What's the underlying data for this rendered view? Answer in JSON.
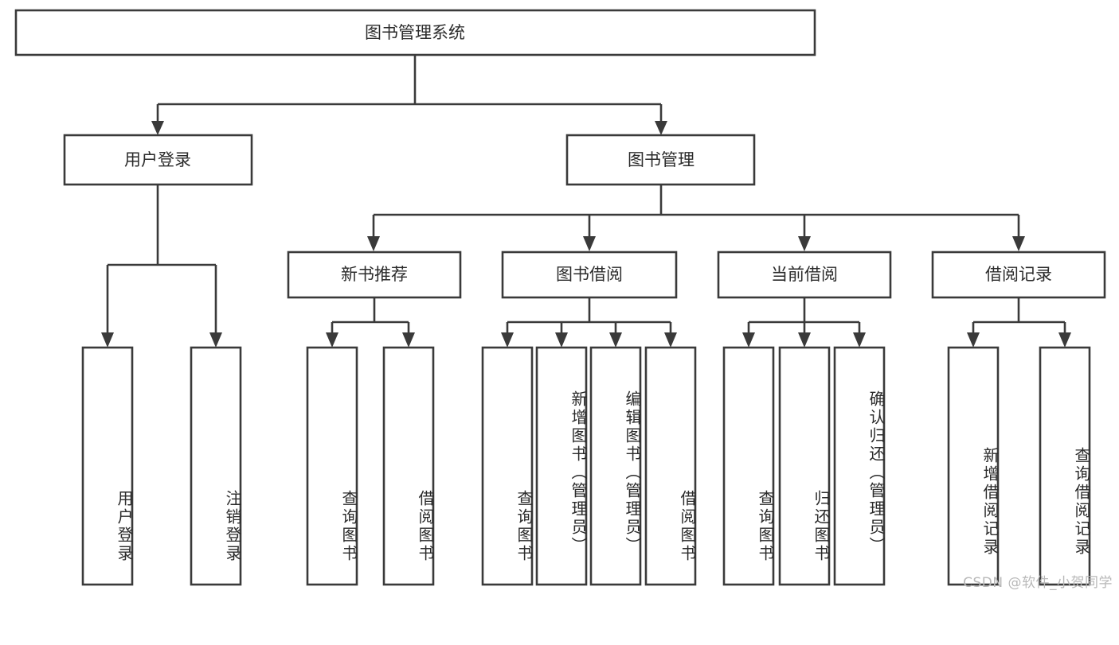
{
  "diagram": {
    "type": "tree-hierarchy-flowchart",
    "title": "图书管理系统",
    "watermark": "CSDN @软件_小贺同学",
    "colors": {
      "stroke": "#3a3a3a",
      "fill": "#ffffff",
      "text": "#2b2b2b",
      "watermark": "#b8b8b8",
      "background": "#ffffff"
    },
    "levels": {
      "root": {
        "label": "图书管理系统"
      },
      "level2": [
        {
          "id": "user-login",
          "label": "用户登录"
        },
        {
          "id": "book-management",
          "label": "图书管理"
        }
      ],
      "level3": [
        {
          "id": "new-book-recommend",
          "label": "新书推荐",
          "parent": "book-management"
        },
        {
          "id": "book-borrow",
          "label": "图书借阅",
          "parent": "book-management"
        },
        {
          "id": "current-borrow",
          "label": "当前借阅",
          "parent": "book-management"
        },
        {
          "id": "borrow-record",
          "label": "借阅记录",
          "parent": "book-management"
        }
      ],
      "leaves": [
        {
          "id": "leaf-user-login",
          "label": "用户登录",
          "parent": "user-login"
        },
        {
          "id": "leaf-logout-login",
          "label": "注销登录",
          "parent": "user-login"
        },
        {
          "id": "leaf-query-book-1",
          "label": "查询图书",
          "parent": "new-book-recommend"
        },
        {
          "id": "leaf-borrow-book-1",
          "label": "借阅图书",
          "parent": "new-book-recommend"
        },
        {
          "id": "leaf-query-book-2",
          "label": "查询图书",
          "parent": "book-borrow"
        },
        {
          "id": "leaf-add-book",
          "label": "新增图书（管理员）",
          "parent": "book-borrow"
        },
        {
          "id": "leaf-edit-book",
          "label": "编辑图书（管理员）",
          "parent": "book-borrow"
        },
        {
          "id": "leaf-borrow-book-2",
          "label": "借阅图书",
          "parent": "book-borrow"
        },
        {
          "id": "leaf-query-book-3",
          "label": "查询图书",
          "parent": "current-borrow"
        },
        {
          "id": "leaf-return-book",
          "label": "归还图书",
          "parent": "current-borrow"
        },
        {
          "id": "leaf-confirm-return",
          "label": "确认归还（管理员）",
          "parent": "current-borrow"
        },
        {
          "id": "leaf-add-borrow-record",
          "label": "新增借阅记录",
          "parent": "borrow-record"
        },
        {
          "id": "leaf-query-borrow-record",
          "label": "查询借阅记录",
          "parent": "borrow-record"
        }
      ]
    }
  }
}
